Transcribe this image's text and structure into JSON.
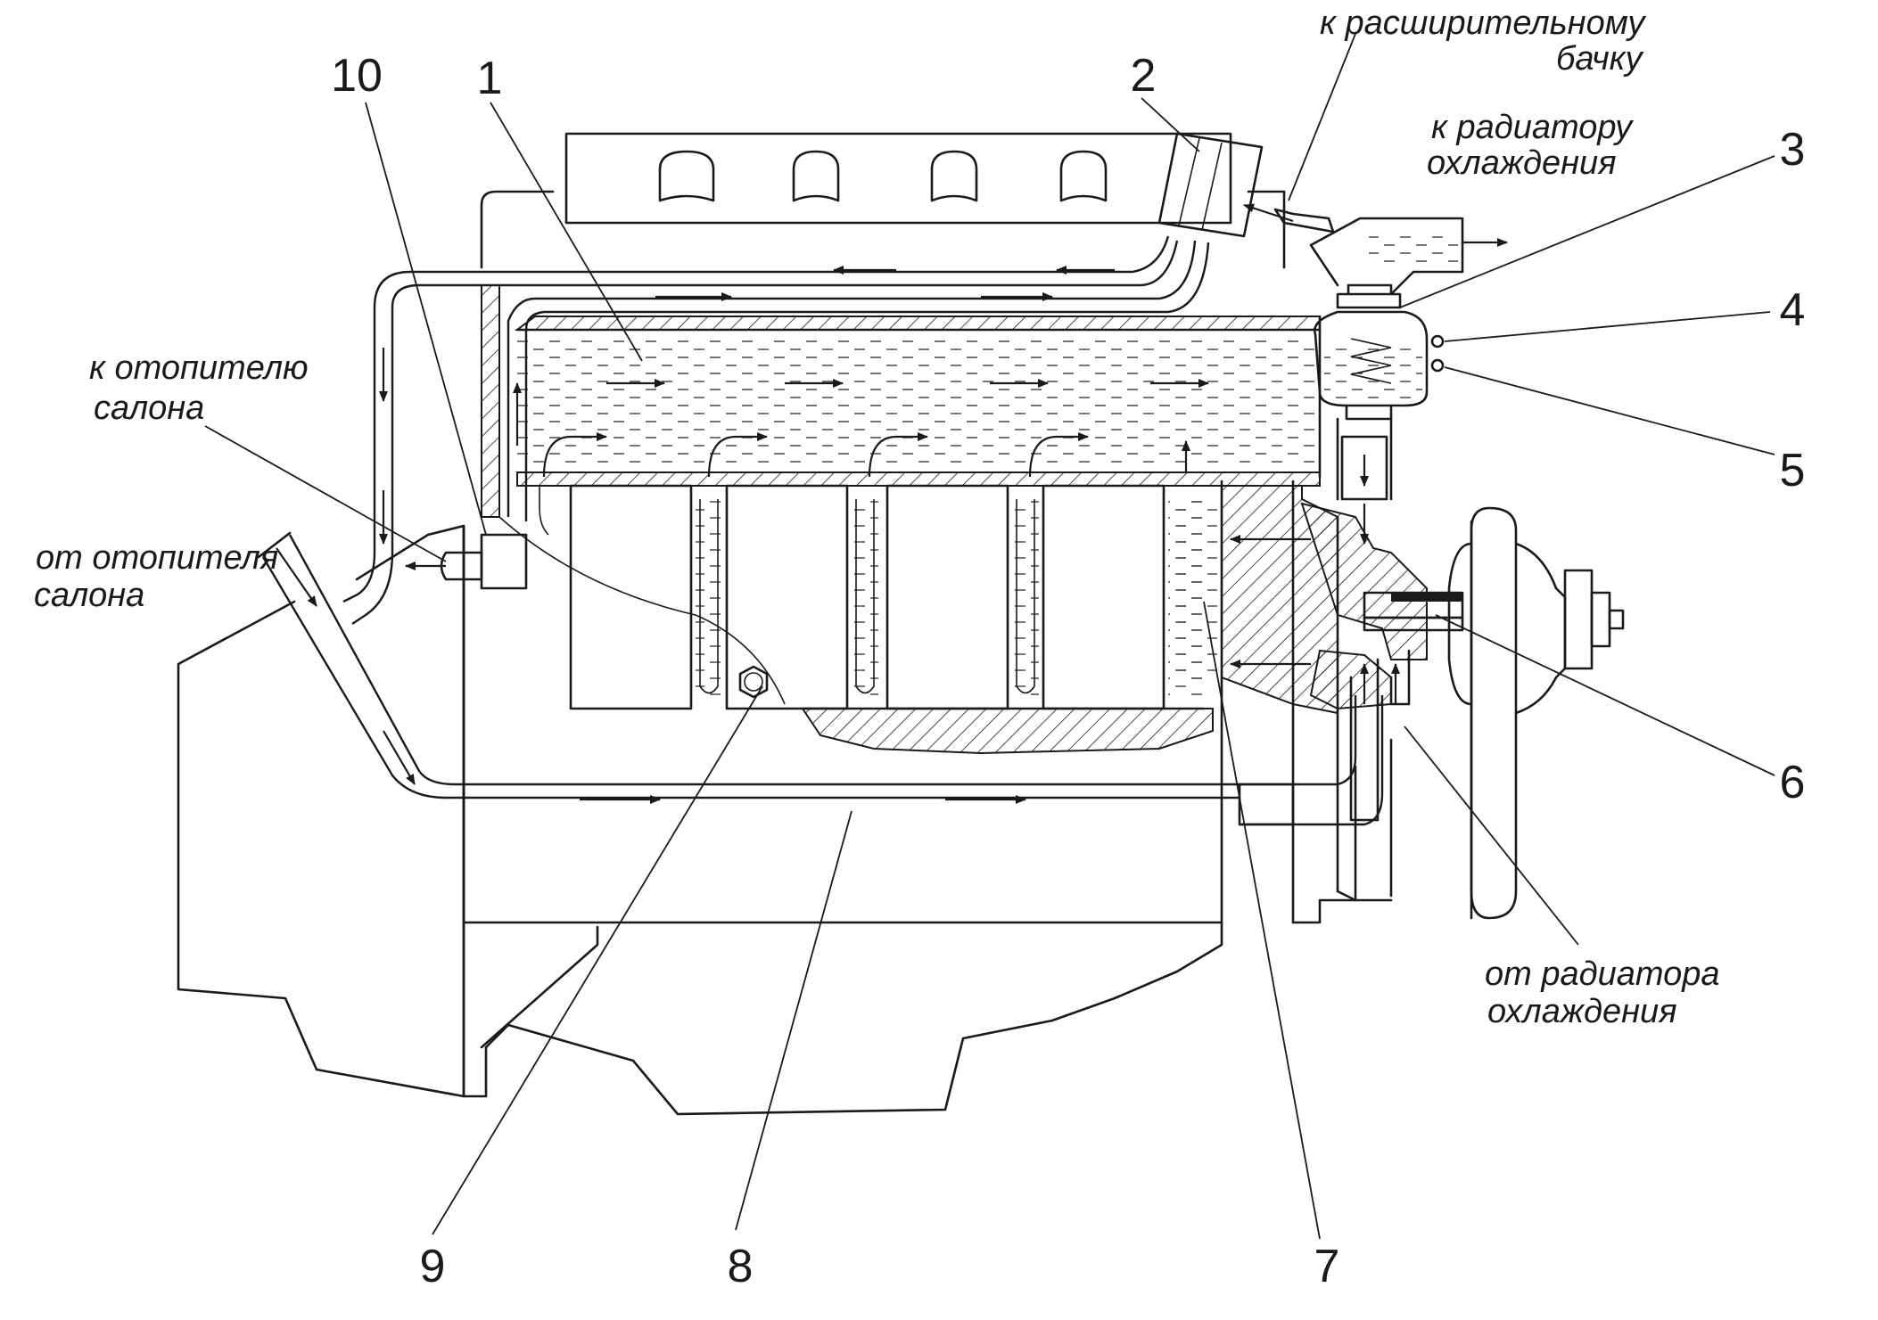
{
  "numbers": {
    "n1": "1",
    "n2": "2",
    "n3": "3",
    "n4": "4",
    "n5": "5",
    "n6": "6",
    "n7": "7",
    "n8": "8",
    "n9": "9",
    "n10": "10"
  },
  "labels": {
    "expansion_tank_l1": "к расширительному",
    "expansion_tank_l2": "бачку",
    "to_radiator_l1": "к радиатору",
    "to_radiator_l2": "охлаждения",
    "to_heater_l1": "к отопителю",
    "to_heater_l2": "салона",
    "from_heater_l1": "от отопителя",
    "from_heater_l2": "салона",
    "from_radiator_l1": "от радиатора",
    "from_radiator_l2": "охлаждения"
  }
}
